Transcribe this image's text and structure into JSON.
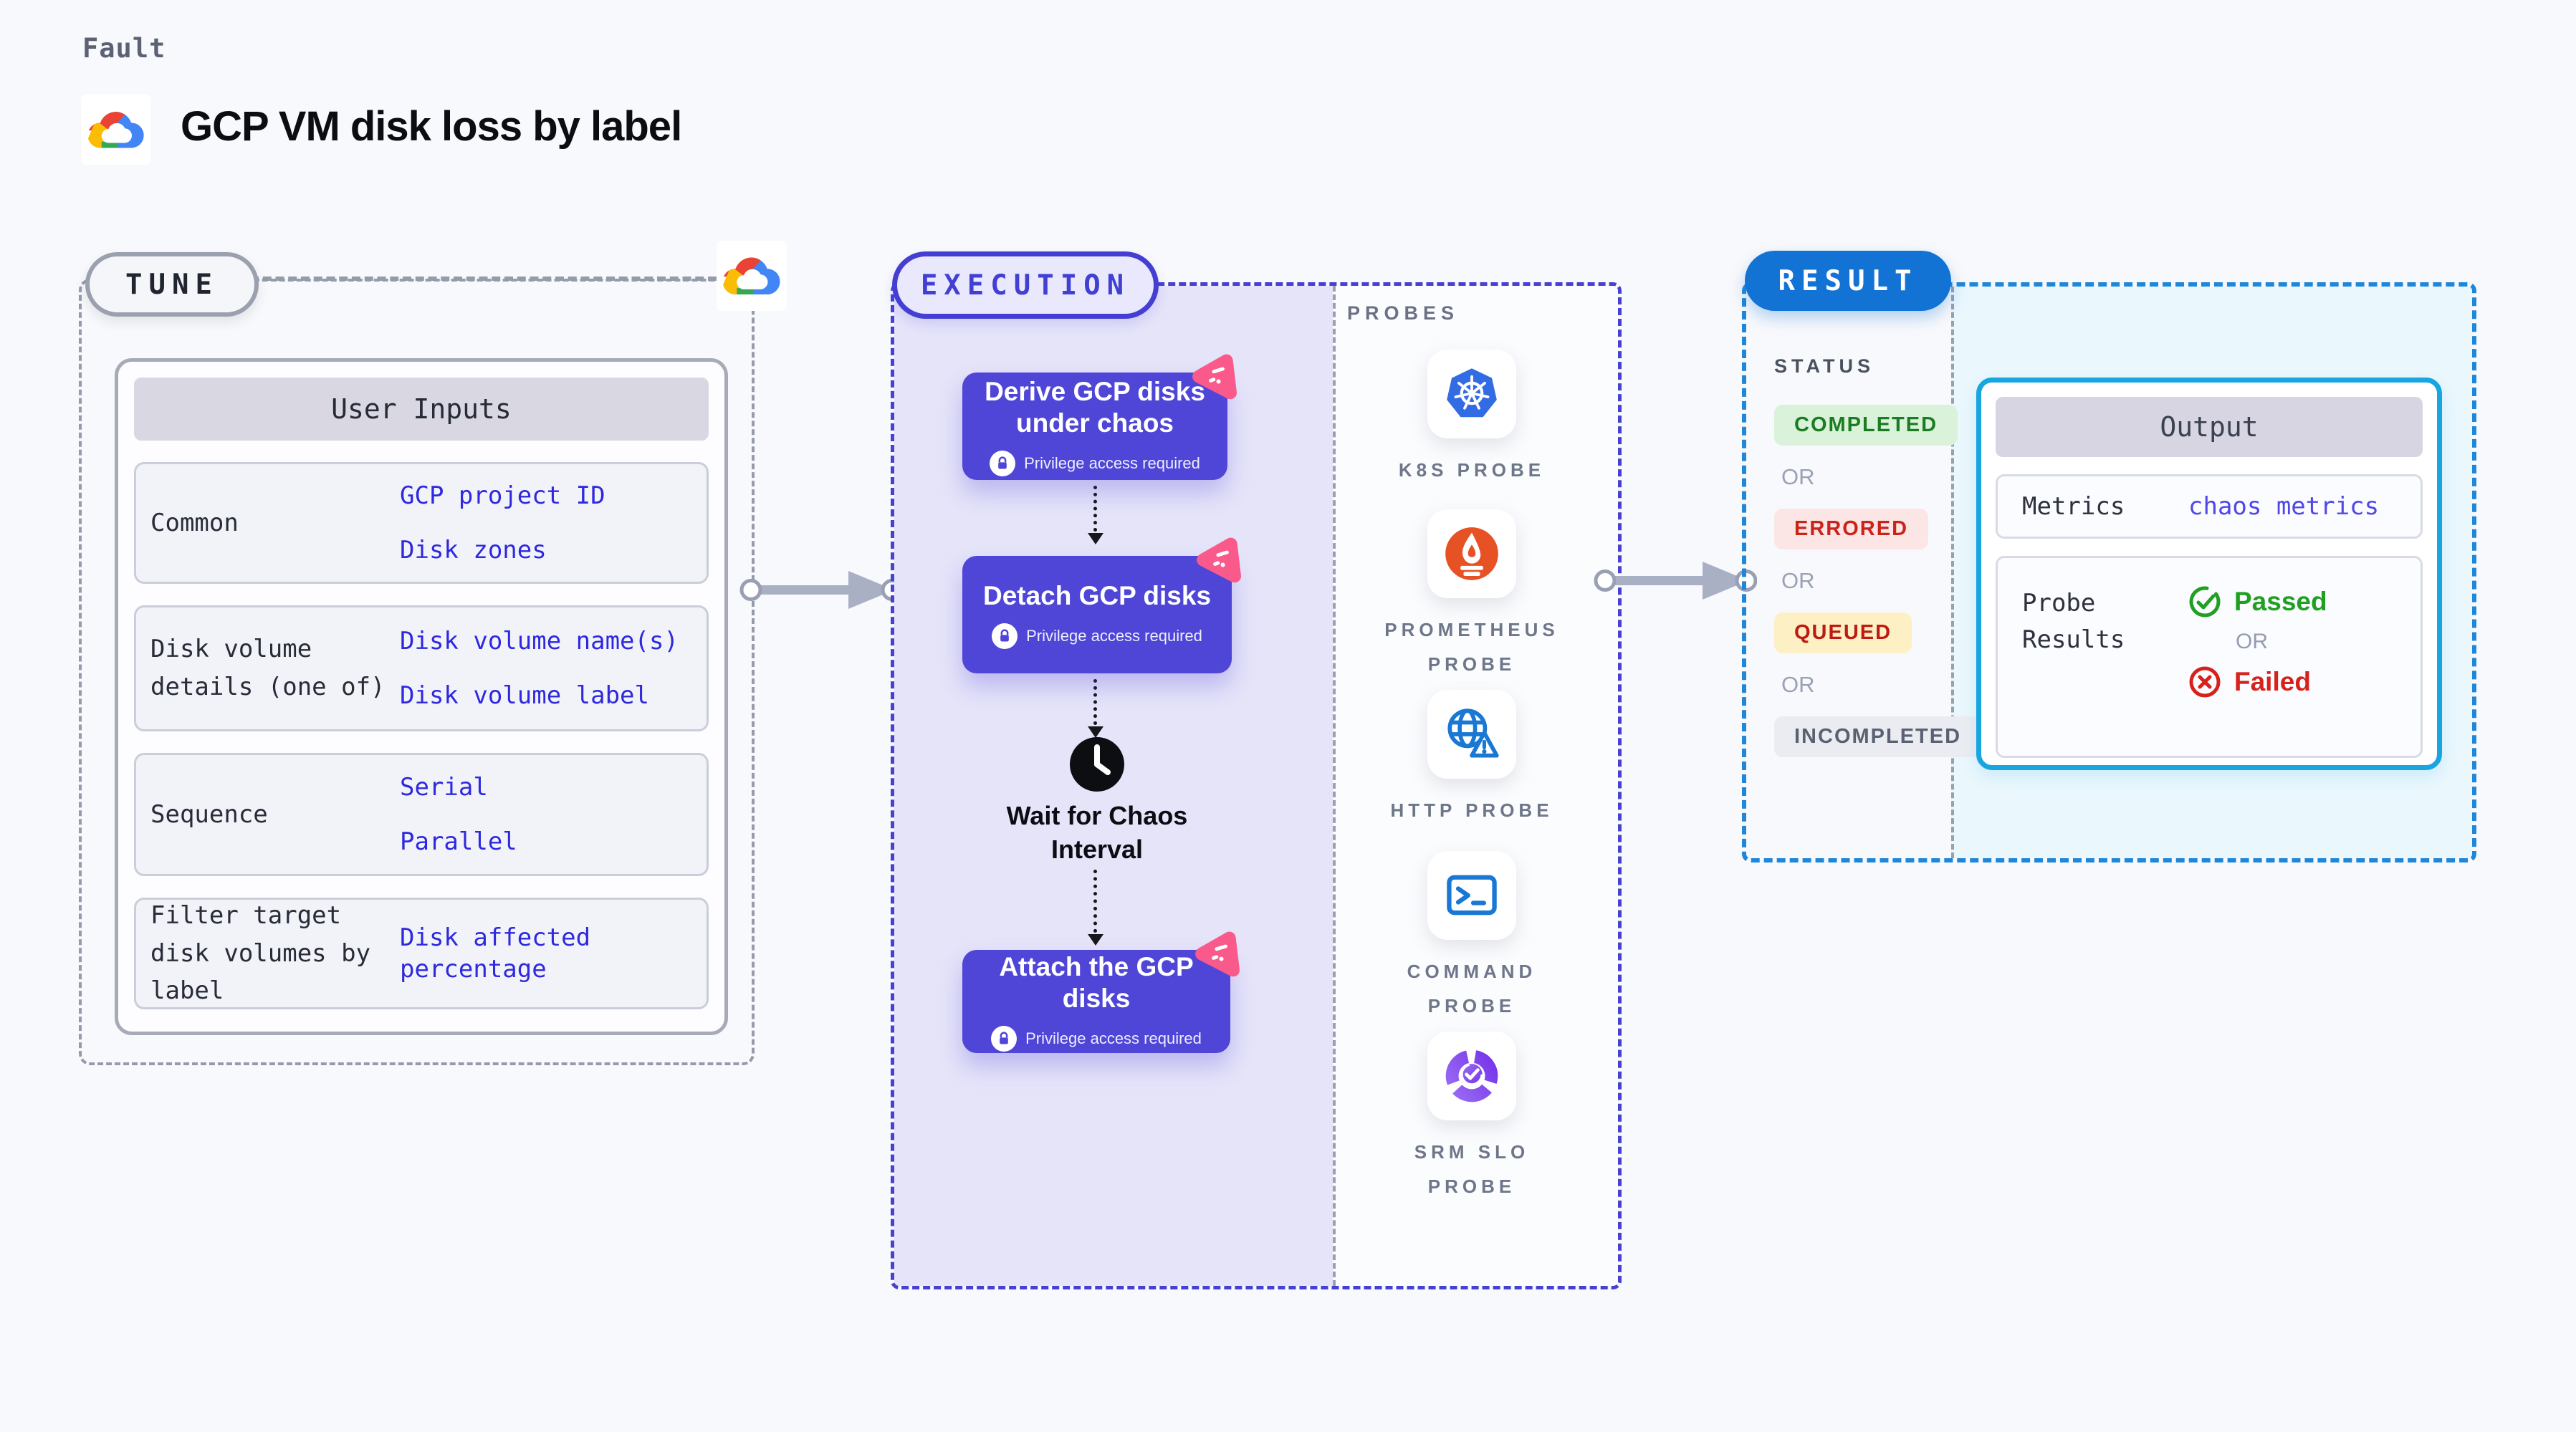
{
  "header": {
    "kicker": "Fault",
    "title": "GCP VM disk loss by label"
  },
  "tune": {
    "badge": "TUNE",
    "table_title": "User Inputs",
    "rows": [
      {
        "label": "Common",
        "values": [
          "GCP project ID",
          "Disk zones"
        ]
      },
      {
        "label": "Disk volume details (one of)",
        "values": [
          "Disk volume name(s)",
          "Disk volume label"
        ]
      },
      {
        "label": "Sequence",
        "values": [
          "Serial",
          "Parallel"
        ]
      },
      {
        "label": "Filter target disk volumes by label",
        "values": [
          "Disk affected percentage"
        ]
      }
    ]
  },
  "execution": {
    "badge": "EXECUTION",
    "steps": [
      {
        "title": "Derive GCP disks under chaos",
        "badge": "Privilege access required"
      },
      {
        "title": "Detach GCP disks",
        "badge": "Privilege access required"
      },
      {
        "title": "Wait for Chaos Interval"
      },
      {
        "title": "Attach the GCP disks",
        "badge": "Privilege access required"
      }
    ]
  },
  "probes": {
    "title": "PROBES",
    "items": [
      {
        "label": "K8S PROBE",
        "icon": "kubernetes-icon"
      },
      {
        "label": "PROMETHEUS PROBE",
        "icon": "prometheus-icon"
      },
      {
        "label": "HTTP PROBE",
        "icon": "http-globe-icon"
      },
      {
        "label": "COMMAND PROBE",
        "icon": "terminal-icon"
      },
      {
        "label": "SRM SLO PROBE",
        "icon": "srm-slo-icon"
      }
    ]
  },
  "result": {
    "badge": "RESULT",
    "status_title": "STATUS",
    "or_label": "OR",
    "statuses": [
      {
        "label": "COMPLETED",
        "fg": "#1b7d23",
        "bg": "#d9f2d9"
      },
      {
        "label": "ERRORED",
        "fg": "#cb221a",
        "bg": "#fbe5e5"
      },
      {
        "label": "QUEUED",
        "fg": "#bf1a12",
        "bg": "#fdf0c5"
      },
      {
        "label": "INCOMPLETED",
        "fg": "#5a6173",
        "bg": "#ebecf2"
      }
    ],
    "output": {
      "title": "Output",
      "metrics_label": "Metrics",
      "metrics_value": "chaos metrics",
      "probe_results_label": "Probe Results",
      "passed_label": "Passed",
      "or_label": "OR",
      "failed_label": "Failed"
    }
  },
  "colors": {
    "accent_indigo": "#4f46d8",
    "execution_panel": "#e5e4f9",
    "execution_border": "#4641d2",
    "result_blue": "#1273d5",
    "result_border": "#1f87da",
    "output_border": "#17a6e0",
    "output_panel": "#eaf7fd",
    "value_blue": "#2e29de",
    "pink_flag": "#f95a8b",
    "passed_green": "#1fa022",
    "failed_red": "#d6221b",
    "kubernetes_blue": "#326ce5",
    "prometheus_orange": "#e75225"
  }
}
